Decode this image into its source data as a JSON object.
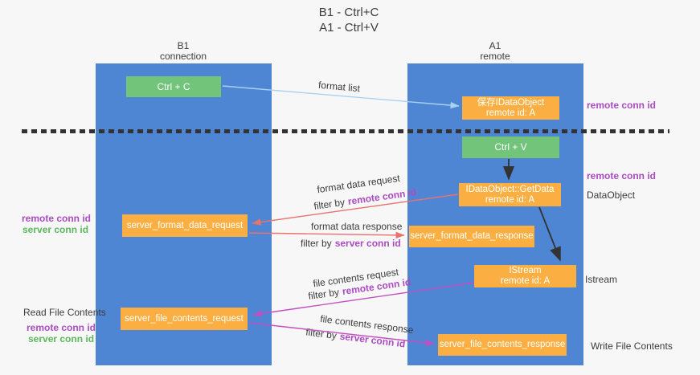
{
  "colors": {
    "bg": "#f7f7f7",
    "lane_blue": "#4e86d4",
    "box_orange": "#fbaf42",
    "box_green": "#72c47a",
    "text_dark": "#3c3c3c",
    "purple": "#ab4bc2",
    "green_id": "#5cb85c",
    "arrow_blue": "#a9d1f0",
    "arrow_black": "#333333",
    "arrow_salmon": "#e8736f",
    "arrow_magenta": "#c24fc2",
    "dash": "#333333"
  },
  "title": {
    "line1": "B1 - Ctrl+C",
    "line2": "A1 - Ctrl+V"
  },
  "lanes": {
    "left": {
      "line1": "B1",
      "line2": "connection"
    },
    "right": {
      "line1": "A1",
      "line2": "remote"
    }
  },
  "boxes": {
    "ctrl_c": {
      "label": "Ctrl + C"
    },
    "save_dataobject": {
      "line1": "保存IDataObject",
      "line2": "remote id: A"
    },
    "ctrl_v": {
      "label": "Ctrl + V"
    },
    "getdata": {
      "line1": "IDataObject::GetData",
      "line2": "remote id: A"
    },
    "format_request": {
      "label": "server_format_data_request"
    },
    "format_response": {
      "label": "server_format_data_response"
    },
    "istream": {
      "line1": "IStream",
      "line2": "remote id: A"
    },
    "file_request": {
      "label": "server_file_contents_request"
    },
    "file_response": {
      "label": "server_file_contents_response"
    }
  },
  "annotations": {
    "right_remote_conn_id_1": "remote conn id",
    "right_remote_conn_id_2": "remote conn id",
    "dataobject": "DataObject",
    "istream": "Istream",
    "write_file_contents": "Write File Contents",
    "left_remote_conn_id_1": "remote conn id",
    "left_server_conn_id_1": "server conn id",
    "read_file_contents": "Read File Contents",
    "left_remote_conn_id_2": "remote conn id",
    "left_server_conn_id_2": "server conn id"
  },
  "flow_labels": {
    "format_list": "format list",
    "format_data_request": "format data request",
    "format_data_response": "format data response",
    "file_contents_request": "file contents request",
    "file_contents_response": "file contents response",
    "filter_by": "filter by",
    "remote_conn_id": "remote conn id",
    "server_conn_id": "server conn id"
  }
}
